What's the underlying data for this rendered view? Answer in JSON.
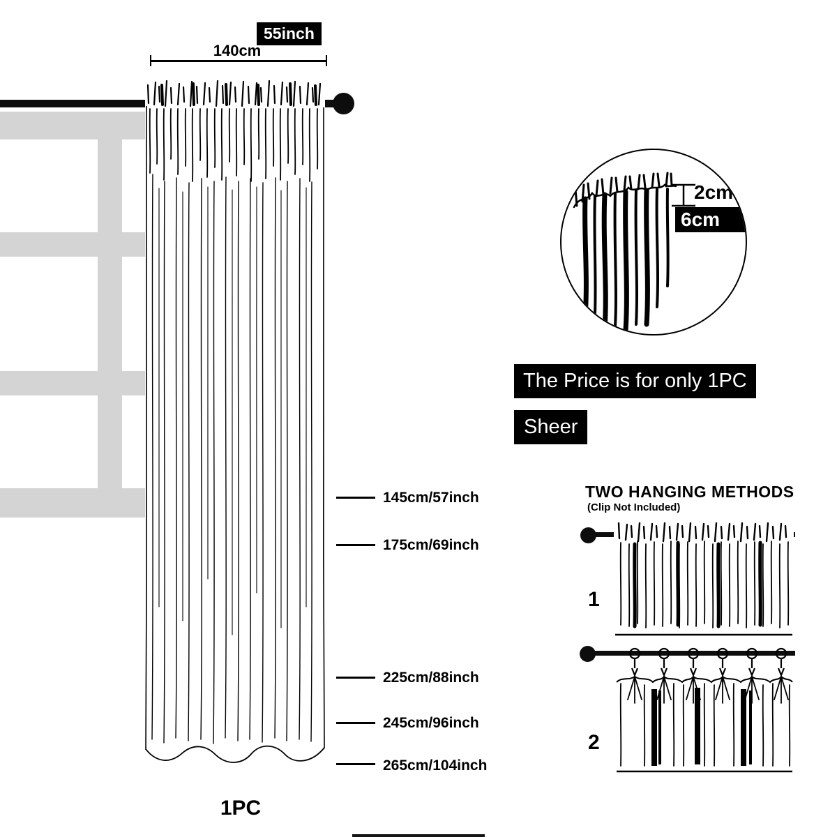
{
  "colors": {
    "black": "#000000",
    "white": "#ffffff",
    "window_gray": "#d4d4d4"
  },
  "size_diagram": {
    "width_inch": "55inch",
    "width_cm": "140cm",
    "length_markers": [
      {
        "label": "145cm/57inch"
      },
      {
        "label": "175cm/69inch"
      },
      {
        "label": "225cm/88inch"
      },
      {
        "label": "245cm/96inch"
      },
      {
        "label": "265cm/104inch"
      }
    ],
    "piece_label": "1PC"
  },
  "detail_circle": {
    "top_hem": "2cm",
    "rod_pocket": "6cm"
  },
  "price_note": "The Price is for only 1PC",
  "fabric_label": "Sheer",
  "hanging_methods": {
    "title": "TWO HANGING METHODS",
    "subtitle": "(Clip Not Included)",
    "items": [
      {
        "number": "1"
      },
      {
        "number": "2"
      }
    ]
  },
  "icons": {
    "curtain_rod": "curtain-rod",
    "rod_finial": "rod-finial-ball",
    "window": "window-frame"
  }
}
